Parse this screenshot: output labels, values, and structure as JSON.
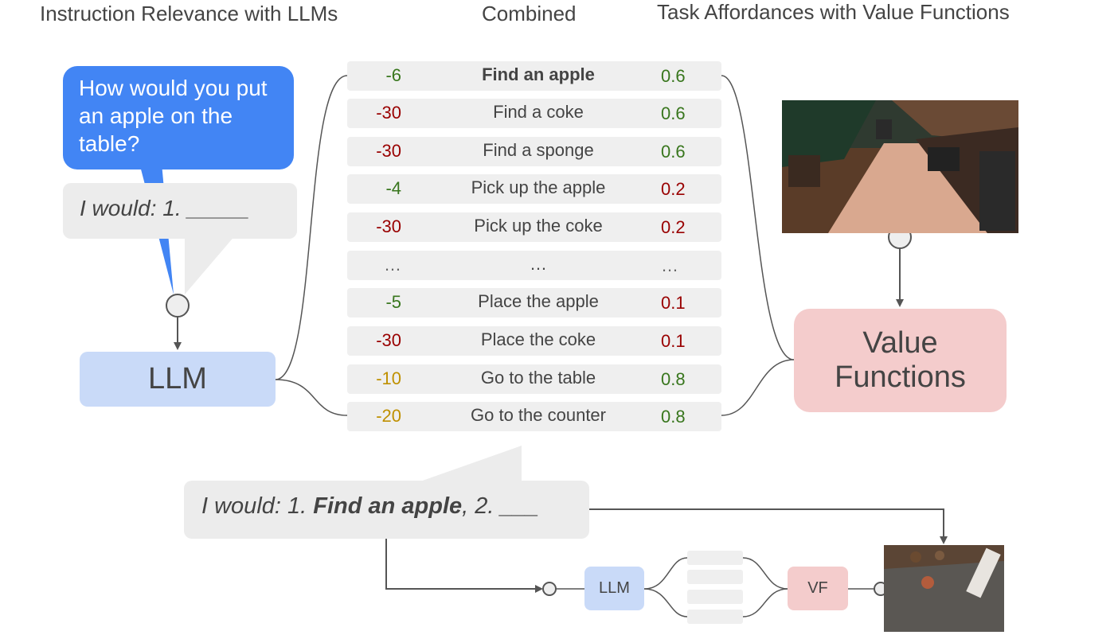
{
  "headers": {
    "left": "Instruction Relevance with LLMs",
    "center": "Combined",
    "right": "Task Affordances with Value Functions"
  },
  "colors": {
    "blue_bubble": "#4285f4",
    "llm_box": "#c9daf8",
    "vf_box": "#f4cccc",
    "row_bg": "#efefef",
    "score_green": "#38761d",
    "score_red": "#990000",
    "score_orange": "#bf9000"
  },
  "question": "How would you put an apple on the table?",
  "prompt": "I would: 1. _____",
  "llm_label": "LLM",
  "vf_label": "Value Functions",
  "table": [
    {
      "score": "-6",
      "score_color": "green",
      "skill": "Find an apple",
      "bold": true,
      "aff": "0.6",
      "aff_color": "green"
    },
    {
      "score": "-30",
      "score_color": "red",
      "skill": "Find a coke",
      "bold": false,
      "aff": "0.6",
      "aff_color": "green"
    },
    {
      "score": "-30",
      "score_color": "red",
      "skill": "Find a sponge",
      "bold": false,
      "aff": "0.6",
      "aff_color": "green"
    },
    {
      "score": "-4",
      "score_color": "green",
      "skill": "Pick up the apple",
      "bold": false,
      "aff": "0.2",
      "aff_color": "red"
    },
    {
      "score": "-30",
      "score_color": "red",
      "skill": "Pick up the coke",
      "bold": false,
      "aff": "0.2",
      "aff_color": "red"
    },
    {
      "score": "…",
      "score_color": "gray",
      "skill": "…",
      "bold": false,
      "aff": "…",
      "aff_color": "gray"
    },
    {
      "score": "-5",
      "score_color": "green",
      "skill": "Place the apple",
      "bold": false,
      "aff": "0.1",
      "aff_color": "red"
    },
    {
      "score": "-30",
      "score_color": "red",
      "skill": "Place the coke",
      "bold": false,
      "aff": "0.1",
      "aff_color": "red"
    },
    {
      "score": "-10",
      "score_color": "orange",
      "skill": "Go to the table",
      "bold": false,
      "aff": "0.8",
      "aff_color": "green"
    },
    {
      "score": "-20",
      "score_color": "orange",
      "skill": "Go to the counter",
      "bold": false,
      "aff": "0.8",
      "aff_color": "green"
    }
  ],
  "bottom_prompt": {
    "prefix": "I would: 1. ",
    "bold": "Find an apple",
    "suffix": ", 2. ___"
  },
  "mini_llm_label": "LLM",
  "mini_vf_label": "VF"
}
